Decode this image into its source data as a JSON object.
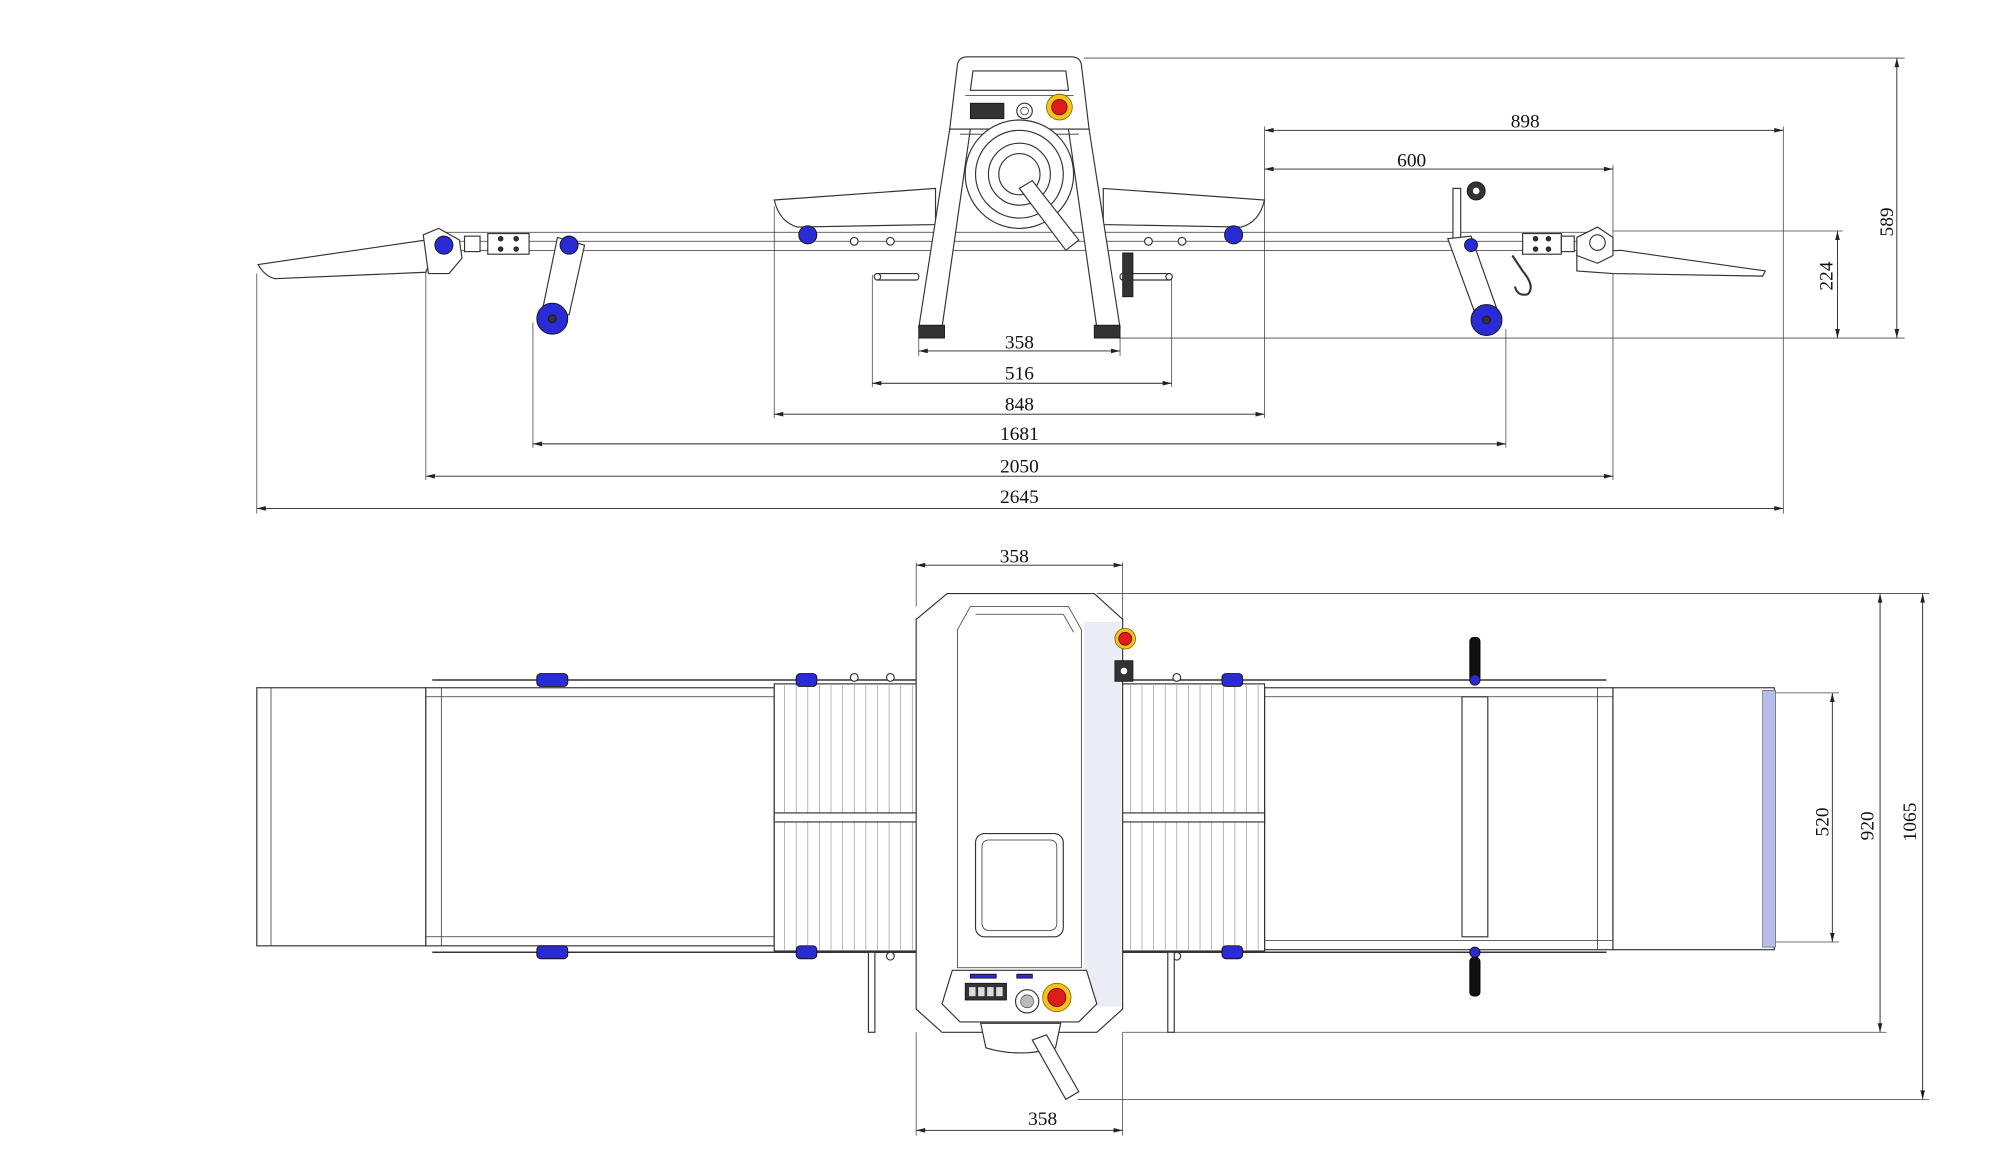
{
  "side_view": {
    "horizontal_dims": [
      "898",
      "600",
      "358",
      "516",
      "848",
      "1681",
      "2050",
      "2645"
    ],
    "vertical_dims": [
      "589",
      "224"
    ]
  },
  "top_view": {
    "horizontal_dims": [
      "358",
      "358"
    ],
    "vertical_dims": [
      "520",
      "920",
      "1065"
    ]
  },
  "colors": {
    "line": "#333333",
    "accent_blue": "#2b2bd6",
    "emergency_red": "#e01b1b",
    "emergency_yellow": "#f2c418",
    "background": "#ffffff",
    "belt_edge_blue": "#b9bde9"
  }
}
